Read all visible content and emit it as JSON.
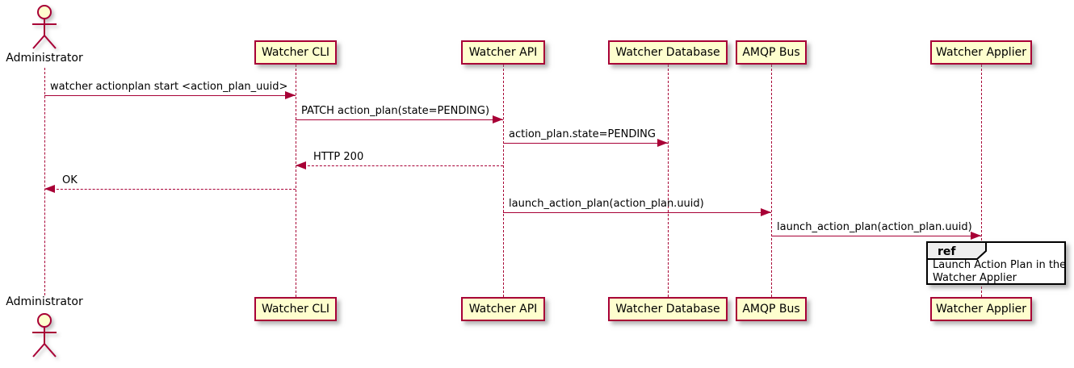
{
  "diagram": {
    "type": "sequence-diagram",
    "colors": {
      "accent": "#A80036",
      "participant_fill": "#FEFECE",
      "ref_header_fill": "#EEEEEE",
      "ref_border": "#000000",
      "text": "#000000",
      "background": "#FFFFFF"
    },
    "actor": {
      "name": "Administrator"
    },
    "participants": [
      {
        "name": "Watcher CLI"
      },
      {
        "name": "Watcher API"
      },
      {
        "name": "Watcher Database"
      },
      {
        "name": "AMQP Bus"
      },
      {
        "name": "Watcher Applier"
      }
    ],
    "messages": [
      {
        "from": "Administrator",
        "to": "Watcher CLI",
        "style": "solid",
        "label": "watcher actionplan start <action_plan_uuid>"
      },
      {
        "from": "Watcher CLI",
        "to": "Watcher API",
        "style": "solid",
        "label": "PATCH action_plan(state=PENDING)"
      },
      {
        "from": "Watcher API",
        "to": "Watcher Database",
        "style": "solid",
        "label": "action_plan.state=PENDING"
      },
      {
        "from": "Watcher API",
        "to": "Watcher CLI",
        "style": "dashed",
        "label": "HTTP 200"
      },
      {
        "from": "Watcher CLI",
        "to": "Administrator",
        "style": "dashed",
        "label": "OK"
      },
      {
        "from": "Watcher API",
        "to": "AMQP Bus",
        "style": "solid",
        "label": "launch_action_plan(action_plan.uuid)"
      },
      {
        "from": "AMQP Bus",
        "to": "Watcher Applier",
        "style": "solid",
        "label": "launch_action_plan(action_plan.uuid)"
      }
    ],
    "ref": {
      "keyword": "ref",
      "line1": "Launch Action Plan in the",
      "line2": "Watcher Applier"
    }
  }
}
